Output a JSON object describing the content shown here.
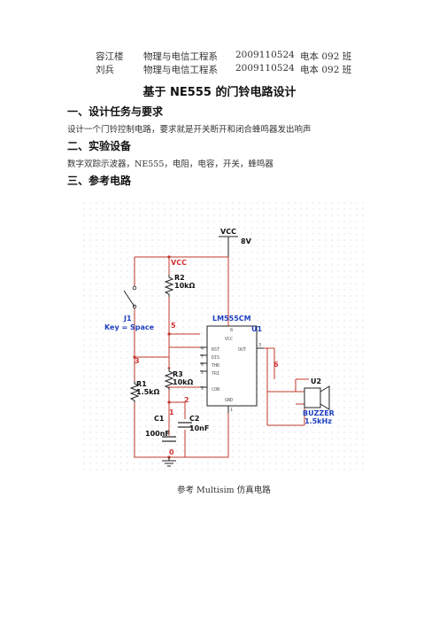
{
  "header": {
    "rows": [
      {
        "name": "容江楼",
        "dept": "物理与电信工程系",
        "id": "2009110524",
        "class": "电本 092 班"
      },
      {
        "name": "刘兵",
        "dept": "物理与电信工程系",
        "id": "2009110524",
        "class": "电本 092 班"
      }
    ]
  },
  "title": "基于 NE555 的门铃电路设计",
  "sections": [
    {
      "heading": "一、设计任务与要求",
      "text": "设计一个门铃控制电路，要求就是开关断开和闭合蜂鸣器发出响声"
    },
    {
      "heading": "二、实验设备",
      "text": "数字双踪示波器，NE555，电阻，电容，开关，蜂鸣器"
    },
    {
      "heading": "三、参考电路",
      "text": ""
    }
  ],
  "circuit": {
    "vcc_label": "VCC",
    "vcc_value": "8V",
    "vcc_net": "VCC",
    "r2_name": "R2",
    "r2_value": "10kΩ",
    "r3_name": "R3",
    "r3_value": "10kΩ",
    "r1_name": "R1",
    "r1_value": "1.5kΩ",
    "c1_name": "C1",
    "c1_value": "100nF",
    "c2_name": "C2",
    "c2_value": "10nF",
    "j1_name": "J1",
    "j1_value": "Key = Space",
    "u1_part": "LM555CM",
    "u1_name": "U1",
    "u2_name": "U2",
    "u2_part": "BUZZER",
    "u2_value": "1.5kHz",
    "nets": {
      "n5": "5",
      "n3": "3",
      "n6": "6",
      "n2": "2",
      "n1": "1",
      "n0": "0"
    },
    "pins": {
      "vcc": "VCC",
      "rst": "RST",
      "dis": "DIS",
      "thr": "THR",
      "tri": "TRI",
      "con": "CON",
      "out": "OUT",
      "gnd": "GND",
      "p8": "8",
      "p4": "4",
      "p7": "7",
      "p6": "6",
      "p2": "2",
      "p5": "5",
      "p3": "3",
      "p1": "1"
    },
    "colors": {
      "wire": "#c0392b",
      "part_blue": "#1f3fbf",
      "net_red": "#d32f2f",
      "grid": "#b0b0b0"
    }
  },
  "caption": "参考 Multisim 仿真电路"
}
